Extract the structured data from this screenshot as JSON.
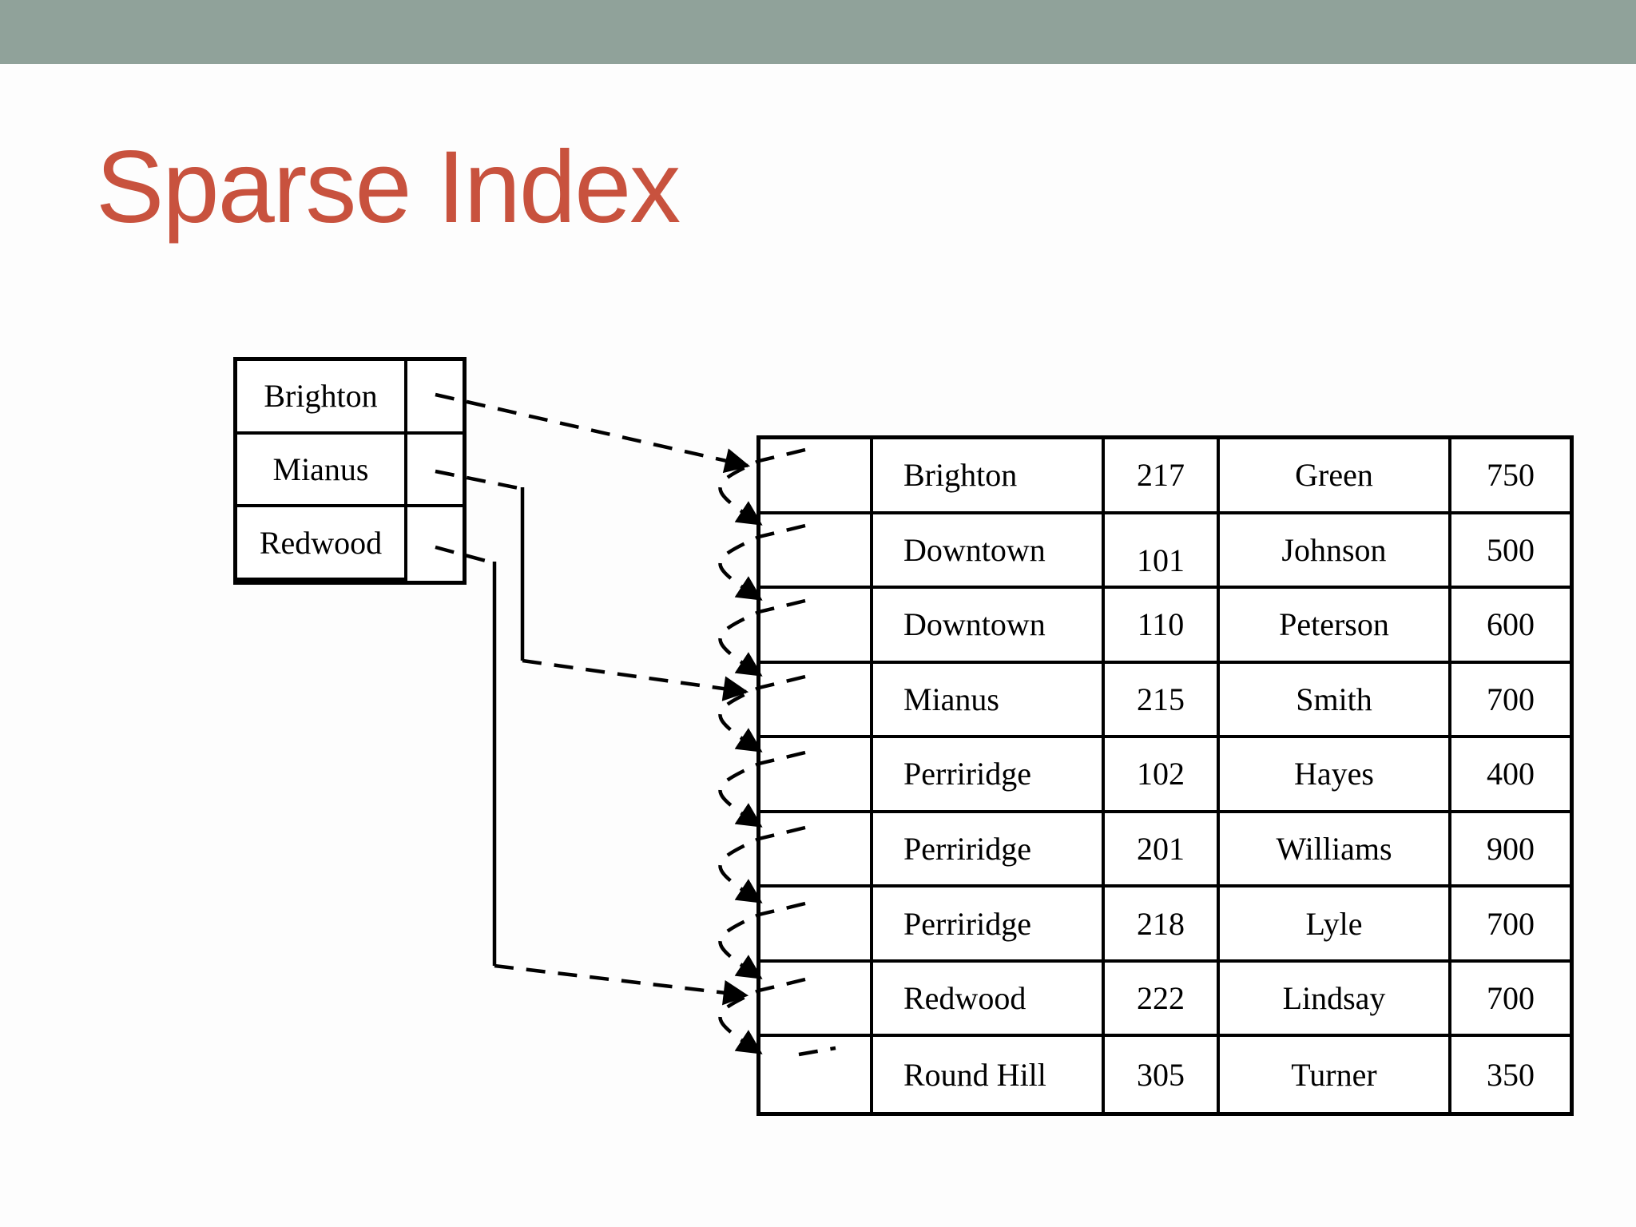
{
  "slide": {
    "title": "Sparse Index"
  },
  "colors": {
    "header_bar": "#90A29A",
    "title": "#C8523E",
    "ink": "#000000",
    "background": "#FDFDFD"
  },
  "index_table": {
    "entries": [
      {
        "key": "Brighton"
      },
      {
        "key": "Mianus"
      },
      {
        "key": "Redwood"
      }
    ]
  },
  "main_table": {
    "rows": [
      {
        "branch": "Brighton",
        "number": "217",
        "name": "Green",
        "amount": "750"
      },
      {
        "branch": "Downtown",
        "number": "101",
        "name": "Johnson",
        "amount": "500"
      },
      {
        "branch": "Downtown",
        "number": "110",
        "name": "Peterson",
        "amount": "600"
      },
      {
        "branch": "Mianus",
        "number": "215",
        "name": "Smith",
        "amount": "700"
      },
      {
        "branch": "Perriridge",
        "number": "102",
        "name": "Hayes",
        "amount": "400"
      },
      {
        "branch": "Perriridge",
        "number": "201",
        "name": "Williams",
        "amount": "900"
      },
      {
        "branch": "Perriridge",
        "number": "218",
        "name": "Lyle",
        "amount": "700"
      },
      {
        "branch": "Redwood",
        "number": "222",
        "name": "Lindsay",
        "amount": "700"
      },
      {
        "branch": "Round Hill",
        "number": "305",
        "name": "Turner",
        "amount": "350"
      }
    ]
  },
  "arrows": {
    "index_to_table": [
      {
        "from": "Brighton",
        "to_table_row": 1
      },
      {
        "from": "Mianus",
        "to_table_row": 4
      },
      {
        "from": "Redwood",
        "to_table_row": 8
      }
    ],
    "record_chain": "each record points to the next record in the file"
  }
}
